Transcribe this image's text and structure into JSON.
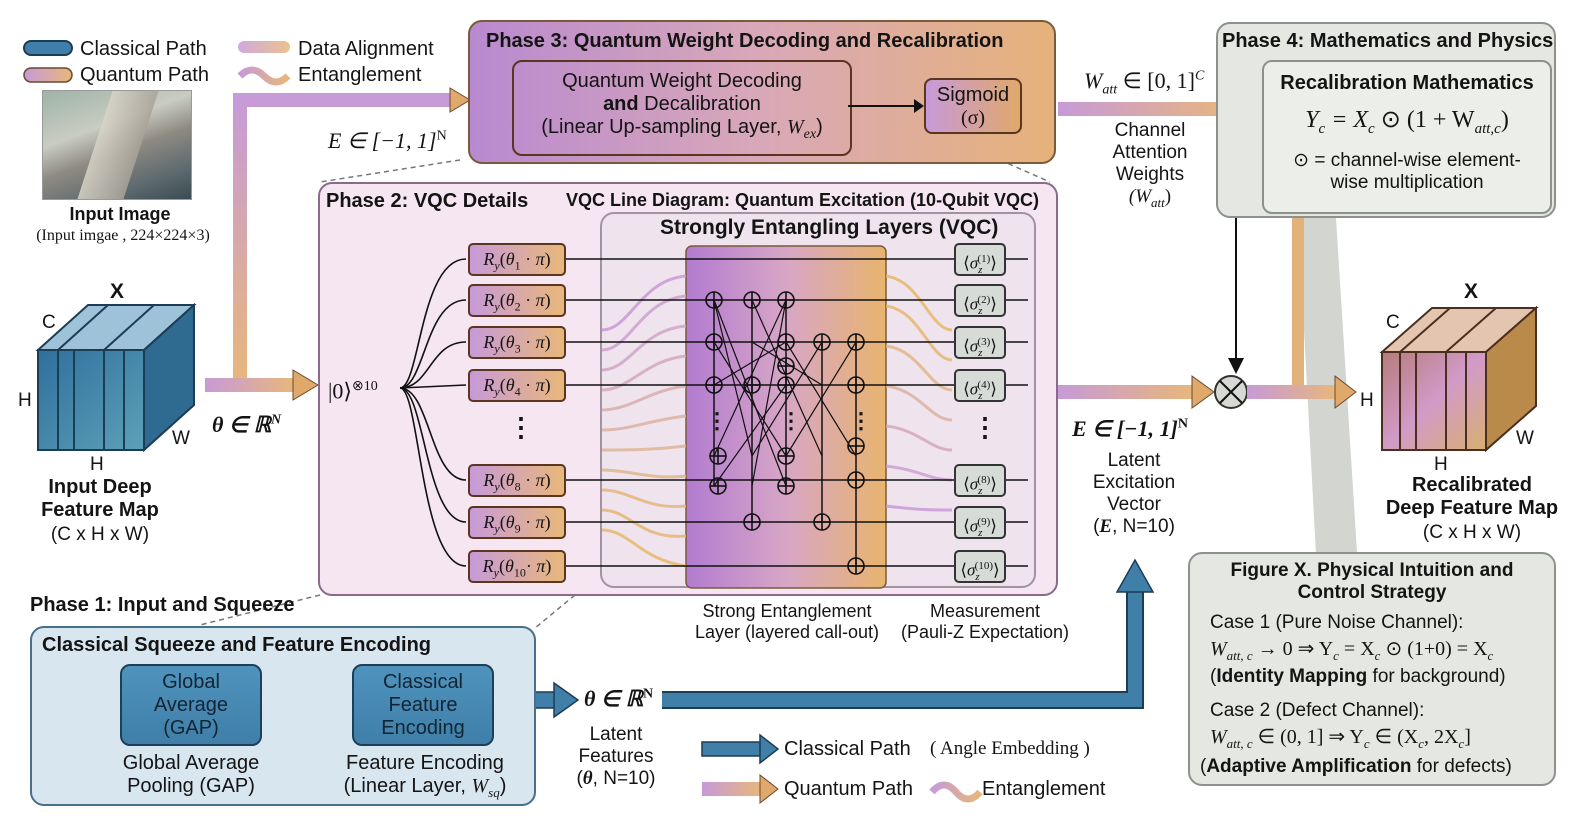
{
  "legend_top": {
    "classical": "Classical Path",
    "quantum": "Quantum Path",
    "alignment": "Data Alignment",
    "entanglement": "Entanglement"
  },
  "input_image": {
    "label": "Input Image",
    "caption": "(Input imgae , 224×224×3)"
  },
  "input_map": {
    "x": "X",
    "c": "C",
    "h_side": "H",
    "w": "W",
    "h_bottom": "H",
    "title": "Input Deep Feature Map",
    "dims": "(C x H x W)"
  },
  "theta_label": "θ ∈ ℝ",
  "theta_sup": "N",
  "e_label_top": "E ∈ [−1, 1]",
  "e_sup": "N",
  "phase3": {
    "title": "Phase 3: Quantum Weight Decoding and Recalibration",
    "decode_l1": "Quantum Weight Decoding",
    "decode_l2_b": "and",
    "decode_l2": " Decalibration",
    "decode_l3": "(Linear Up-sampling Layer, ",
    "decode_w": "W",
    "decode_sub": "ex",
    "sigmoid_l1": "Sigmoid",
    "sigmoid_l2": "(σ)"
  },
  "watt": {
    "label": "W",
    "sub": "att",
    "range": " ∈ [0, 1]",
    "sup": "C",
    "caption_l1": "Channel",
    "caption_l2": "Attention",
    "caption_l3": "Weights",
    "caption_l4": "(W",
    "caption_sub": "att",
    "caption_end": ")"
  },
  "phase4": {
    "title": "Phase 4: Mathematics and Physics",
    "sub_title": "Recalibration Mathematics",
    "formula": "Y",
    "formula_sub_c": "c",
    "formula_mid": " = X",
    "formula_mid_sub": "c",
    "formula_end": " ⊙ (1 + W",
    "formula_end_sub": "att,c",
    "formula_close": ")",
    "note_l1": "⊙ = channel-wise element-",
    "note_l2": "wise multiplication"
  },
  "phase2": {
    "title": "Phase 2: VQC Details",
    "diagram_title": "VQC Line Diagram: Quantum Excitation (10-Qubit VQC)",
    "sel_title": "Strongly Entangling Layers (VQC)",
    "init_state": "|0⟩",
    "init_sup": "⊗10",
    "rotations": [
      "R",
      "R",
      "R",
      "R",
      "R",
      "R",
      "R"
    ],
    "rotation_idx": [
      "1",
      "2",
      "3",
      "4",
      "8",
      "9",
      "10"
    ],
    "measure_idx": [
      "(1)",
      "(2)",
      "(3)",
      "(4)",
      "(8)",
      "(9)",
      "(10)"
    ],
    "dots": "⋮",
    "caption_sel_l1": "Strong Entanglement",
    "caption_sel_l2": "Layer (layered call-out)",
    "caption_meas_l1": "Measurement",
    "caption_meas_l2": "(Pauli-Z Expectation)"
  },
  "latent": {
    "e_label": "E ∈ [−1, 1]",
    "e_sup": "N",
    "l1": "Latent",
    "l2": "Excitation",
    "l3": "Vector",
    "l4_b": "E",
    "l4": ", N=10)"
  },
  "output_map": {
    "x": "X",
    "c": "C",
    "h_side": "H",
    "w": "W",
    "h_bottom": "H",
    "title_l1": "Recalibrated",
    "title_l2": "Deep Feature Map",
    "dims": "(C x H x W)"
  },
  "figure_x": {
    "title_l1": "Figure X. Physical Intuition and",
    "title_l2": "Control Strategy",
    "case1": "Case 1 (Pure Noise Channel):",
    "case1_formula": "W",
    "case1_formula_sub": "att, c",
    "case1_formula_rest": " → 0 ⇒ Y",
    "case1_formula_sub2": "c",
    "case1_formula_rest2": " = X",
    "case1_formula_sub3": "c",
    "case1_formula_rest3": " ⊙ (1+0) = X",
    "case1_formula_sub4": "c",
    "case1_note_b": "Identity Mapping",
    "case1_note": " for background)",
    "case2": "Case 2 (Defect Channel):",
    "case2_formula": "W",
    "case2_formula_sub": "att, c",
    "case2_formula_rest": " ∈ (0, 1] ⇒ Y",
    "case2_formula_sub2": "c",
    "case2_formula_rest2": " ∈ (X",
    "case2_formula_sub3": "c",
    "case2_formula_rest3": ", 2X",
    "case2_formula_sub4": "c",
    "case2_formula_close": "]",
    "case2_note_b": "Adaptive Amplification",
    "case2_note": " for defects)"
  },
  "phase1": {
    "title": "Phase 1: Input and Squeeze",
    "panel_title": "Classical Squeeze and Feature Encoding",
    "gap_l1": "Global",
    "gap_l2": "Average",
    "gap_l3": "(GAP)",
    "cfe_l1": "Classical",
    "cfe_l2": "Feature",
    "cfe_l3": "Encoding",
    "gap_caption_l1": "Global Average",
    "gap_caption_l2": "Pooling (GAP)",
    "cfe_caption_l1": "Feature Encoding",
    "cfe_caption_l2": "(Linear Layer, ",
    "cfe_caption_w": "W",
    "cfe_caption_sub": "sq"
  },
  "latent_features": {
    "theta": "θ ∈ ℝ",
    "sup": "N",
    "l1": "Latent",
    "l2": "Features",
    "l3_b": "θ",
    "l3": ", N=10)"
  },
  "legend_bottom": {
    "classical": "Classical Path",
    "angle": "( Angle Embedding )",
    "quantum": "Quantum Path",
    "entanglement": "Entanglement"
  },
  "colors": {
    "classical": "#3f7fa8",
    "quantum_start": "#c79ad8",
    "quantum_end": "#e8b77a",
    "phase3_bg": "#e0ad78",
    "phase2_bg": "#f5e6f1",
    "phase1_bg": "#d8e6f0",
    "phase4_bg": "#e5e7e2"
  }
}
